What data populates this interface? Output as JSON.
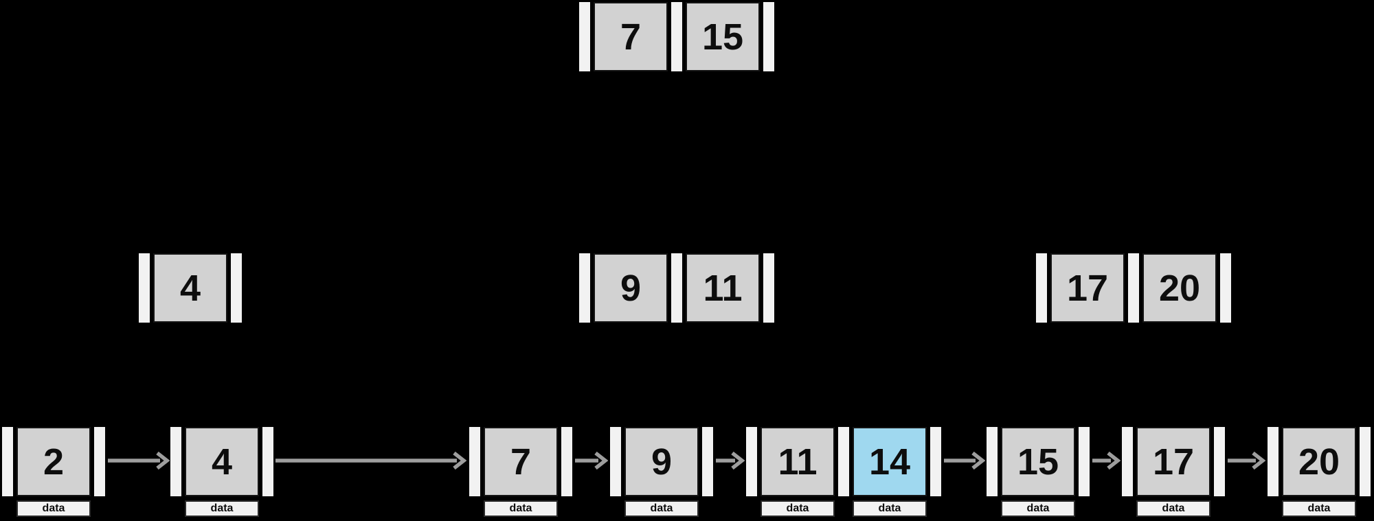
{
  "colors": {
    "background": "#000000",
    "key_fill": "#d2d2d2",
    "pointer_fill": "#f2f2f2",
    "data_fill": "#f2f2f2",
    "highlight_fill": "#9fd8ef",
    "arrow": "#9e9e9e",
    "text": "#0d0d0d"
  },
  "nodes": {
    "root": {
      "type": "internal",
      "keys": [
        "7",
        "15"
      ]
    },
    "level1": [
      {
        "type": "internal",
        "keys": [
          "4"
        ]
      },
      {
        "type": "internal",
        "keys": [
          "9",
          "11"
        ]
      },
      {
        "type": "internal",
        "keys": [
          "17",
          "20"
        ]
      }
    ],
    "leaves": [
      {
        "cells": [
          {
            "value": "2",
            "data_label": "data",
            "highlighted": false
          }
        ]
      },
      {
        "cells": [
          {
            "value": "4",
            "data_label": "data",
            "highlighted": false
          }
        ]
      },
      {
        "cells": [
          {
            "value": "7",
            "data_label": "data",
            "highlighted": false
          }
        ]
      },
      {
        "cells": [
          {
            "value": "9",
            "data_label": "data",
            "highlighted": false
          }
        ]
      },
      {
        "cells": [
          {
            "value": "11",
            "data_label": "data",
            "highlighted": false
          },
          {
            "value": "14",
            "data_label": "data",
            "highlighted": true
          }
        ]
      },
      {
        "cells": [
          {
            "value": "15",
            "data_label": "data",
            "highlighted": false
          }
        ]
      },
      {
        "cells": [
          {
            "value": "17",
            "data_label": "data",
            "highlighted": false
          }
        ]
      },
      {
        "cells": [
          {
            "value": "20",
            "data_label": "data",
            "highlighted": false
          }
        ]
      }
    ]
  }
}
